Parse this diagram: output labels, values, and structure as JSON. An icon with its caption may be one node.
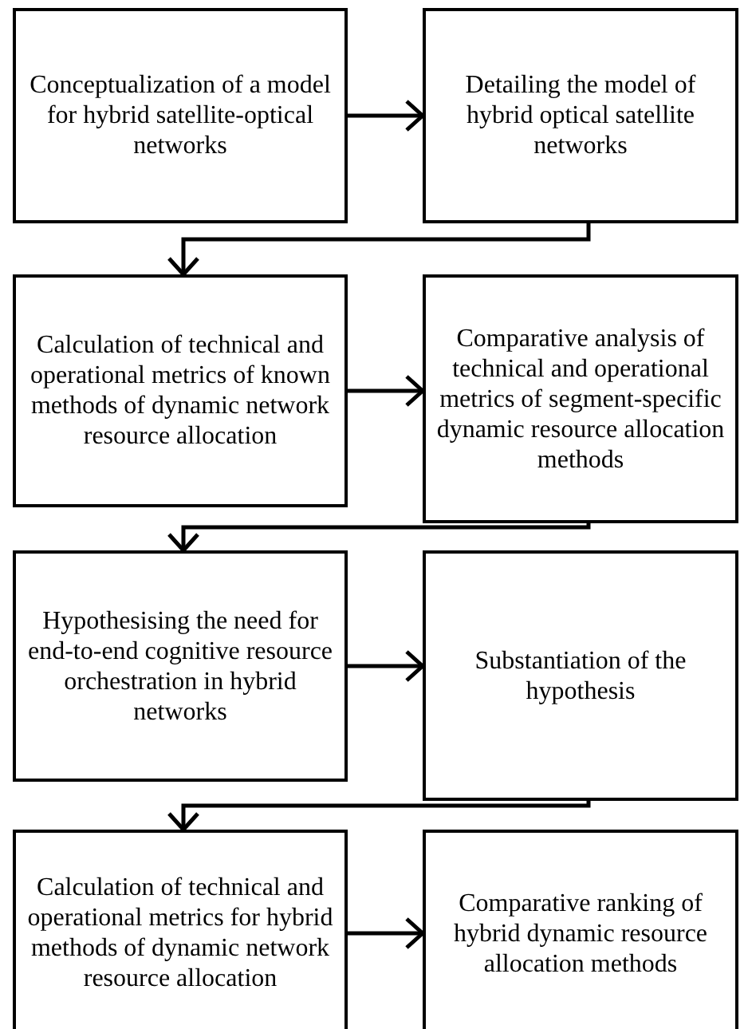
{
  "diagram": {
    "nodes": [
      {
        "text": [
          "Conceptualization of a model for hybrid satellite-optical networks"
        ]
      },
      {
        "text": [
          "Detailing the model of hybrid optical satellite networks"
        ]
      },
      {
        "text": [
          "Calculation of technical and operational metrics of known methods of dynamic network resource allocation"
        ]
      },
      {
        "text": [
          "Comparative analysis of technical and operational metrics of segment-specific dynamic resource allocation methods"
        ]
      },
      {
        "text": [
          "Hypothesising the need for end-to-end cognitive resource orchestration in hybrid networks"
        ]
      },
      {
        "text": [
          "Substantiation of the hypothesis"
        ]
      },
      {
        "text": [
          "Calculation of technical and operational metrics for hybrid methods of dynamic network resource allocation"
        ]
      },
      {
        "text": [
          "Comparative ranking of hybrid dynamic resource allocation methods"
        ]
      }
    ],
    "edges": [
      {
        "from": 0,
        "to": 1,
        "arrow": "to"
      },
      {
        "from": 1,
        "to": 2,
        "arrow": "to"
      },
      {
        "from": 2,
        "to": 3,
        "arrow": "to"
      },
      {
        "from": 3,
        "to": 4,
        "arrow": "to"
      },
      {
        "from": 4,
        "to": 5,
        "arrow": "to"
      },
      {
        "from": 5,
        "to": 6,
        "arrow": "to"
      },
      {
        "from": 6,
        "to": 7,
        "arrow": "to"
      }
    ]
  }
}
